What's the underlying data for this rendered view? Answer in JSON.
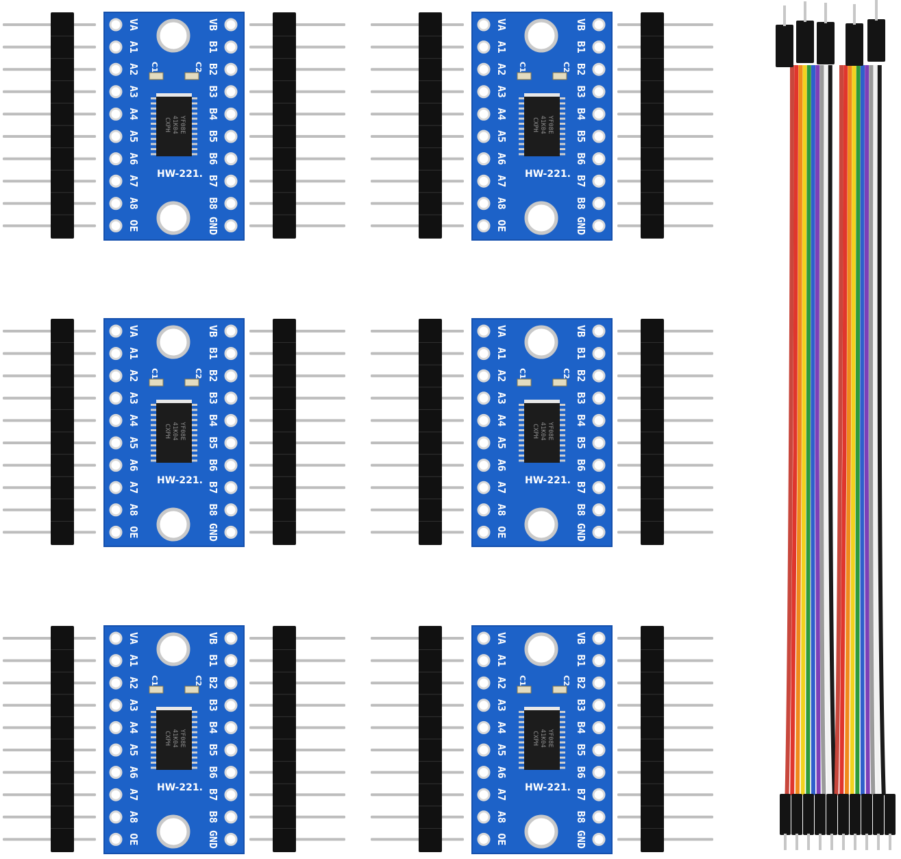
{
  "product": {
    "module_count": 6,
    "board_model": "HW-221.",
    "chip_marking": [
      "YF08E",
      "41K04",
      "CXPH"
    ],
    "capacitor_labels": [
      "C1",
      "C2"
    ],
    "left_pins": [
      "VA",
      "A1",
      "A2",
      "A3",
      "A4",
      "A5",
      "A6",
      "A7",
      "A8",
      "OE"
    ],
    "right_pins": [
      "VB",
      "B1",
      "B2",
      "B3",
      "B4",
      "B5",
      "B6",
      "B7",
      "B8",
      "GND"
    ],
    "header_pin_count": 10,
    "jumper_wire_count": 20,
    "wire_colors": [
      "#c8473c",
      "#e0362d",
      "#f08a1c",
      "#f2d21e",
      "#2f9a3a",
      "#2f5fcc",
      "#7c3fb8",
      "#9a9a9a",
      "#f2f2f2",
      "#1a1a1a"
    ],
    "colors": {
      "pcb_blue": "#1d62c8",
      "pcb_edge": "#1550ad",
      "pad_gold": "#d9d9d9",
      "header_black": "#111111",
      "pin_silver": "#bdbdbd"
    }
  }
}
